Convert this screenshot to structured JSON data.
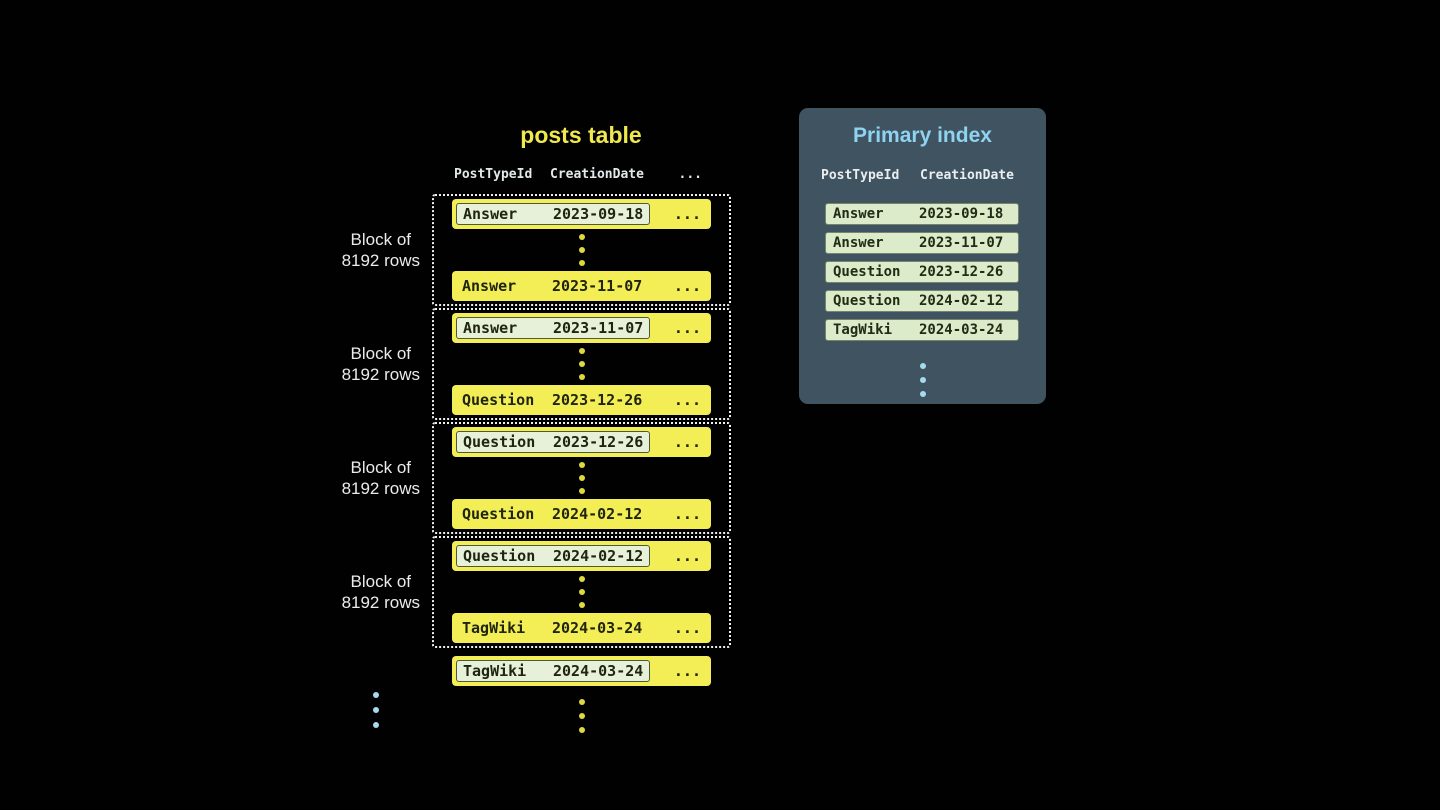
{
  "posts_table": {
    "title": "posts table",
    "header": {
      "col1": "PostTypeId",
      "col2": "CreationDate",
      "col3": "..."
    },
    "blocks": [
      {
        "label1": "Block of",
        "label2": "8192 rows",
        "first": {
          "type": "Answer",
          "date": "2023-09-18",
          "more": "..."
        },
        "last": {
          "type": "Answer",
          "date": "2023-11-07",
          "more": "..."
        }
      },
      {
        "label1": "Block of",
        "label2": "8192 rows",
        "first": {
          "type": "Answer",
          "date": "2023-11-07",
          "more": "..."
        },
        "last": {
          "type": "Question",
          "date": "2023-12-26",
          "more": "..."
        }
      },
      {
        "label1": "Block of",
        "label2": "8192 rows",
        "first": {
          "type": "Question",
          "date": "2023-12-26",
          "more": "..."
        },
        "last": {
          "type": "Question",
          "date": "2024-02-12",
          "more": "..."
        }
      },
      {
        "label1": "Block of",
        "label2": "8192 rows",
        "first": {
          "type": "Question",
          "date": "2024-02-12",
          "more": "..."
        },
        "last": {
          "type": "TagWiki",
          "date": "2024-03-24",
          "more": "..."
        }
      }
    ],
    "next_row": {
      "type": "TagWiki",
      "date": "2024-03-24",
      "more": "..."
    }
  },
  "primary_index": {
    "title": "Primary index",
    "header": {
      "col1": "PostTypeId",
      "col2": "CreationDate"
    },
    "rows": [
      {
        "type": "Answer",
        "date": "2023-09-18"
      },
      {
        "type": "Answer",
        "date": "2023-11-07"
      },
      {
        "type": "Question",
        "date": "2023-12-26"
      },
      {
        "type": "Question",
        "date": "2024-02-12"
      },
      {
        "type": "TagWiki",
        "date": "2024-03-24"
      }
    ]
  },
  "colors": {
    "title_yellow": "#f0e94e",
    "row_yellow": "#f3ee55",
    "chip_green": "#e7f0d8",
    "index_green": "#dcebc9",
    "panel_bg": "#3f5361",
    "panel_title": "#8fd3f0",
    "dots_yellow": "#ded93f",
    "dots_blue": "#a7daee"
  }
}
